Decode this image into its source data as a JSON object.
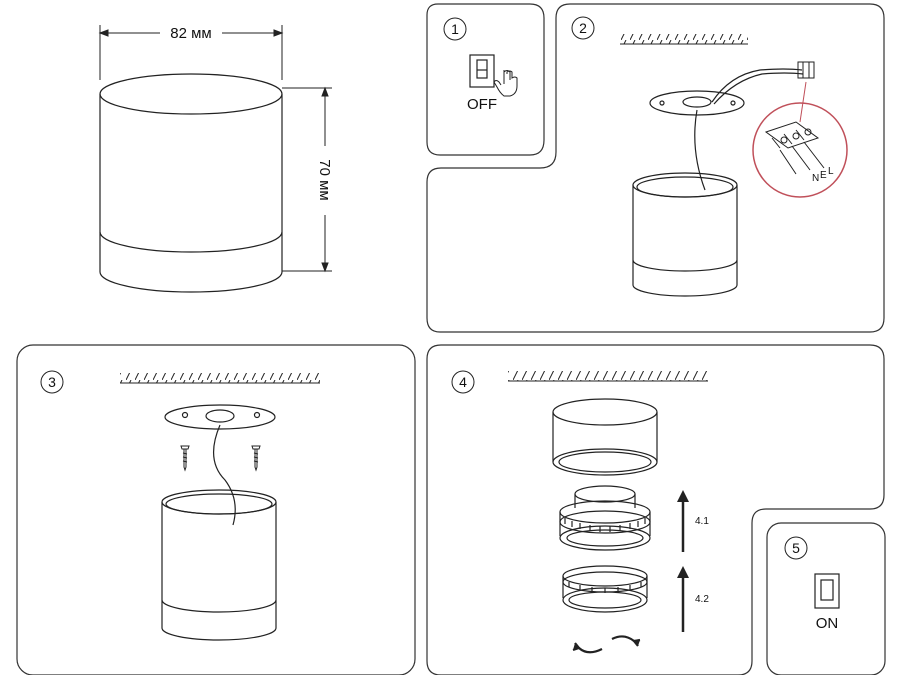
{
  "dimensions": {
    "width_label": "82 мм",
    "height_label": "70 мм"
  },
  "steps": [
    {
      "number": "1",
      "caption": "OFF"
    },
    {
      "number": "2",
      "wire_labels": [
        "N",
        "E",
        "L"
      ]
    },
    {
      "number": "3"
    },
    {
      "number": "4",
      "substeps": [
        "4.1",
        "4.2"
      ]
    },
    {
      "number": "5",
      "caption": "ON"
    }
  ],
  "colors": {
    "line": "#222222",
    "panel_border": "#333333",
    "callout": "#c0505a",
    "background": "#ffffff"
  },
  "icons": [
    "hand-pointer-icon",
    "rotate-arrows-icon",
    "up-arrow-icon",
    "screw-icon"
  ]
}
